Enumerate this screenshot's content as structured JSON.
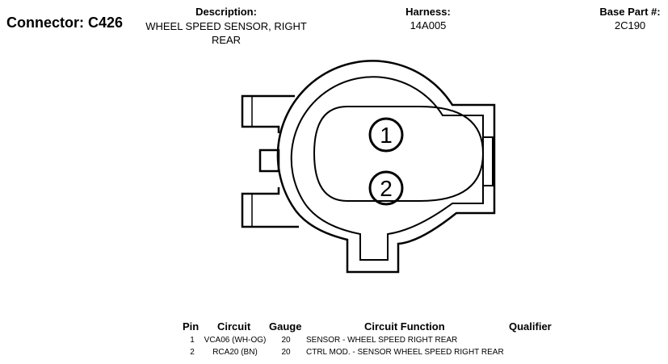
{
  "header": {
    "connector": "Connector: C426",
    "description_label": "Description:",
    "description_value": "WHEEL SPEED SENSOR, RIGHT REAR",
    "harness_label": "Harness:",
    "harness_value": "14A005",
    "base_part_label": "Base Part #:",
    "base_part_value": "2C190"
  },
  "diagram": {
    "pins": [
      "1",
      "2"
    ]
  },
  "table": {
    "columns": [
      "Pin",
      "Circuit",
      "Gauge",
      "Circuit Function",
      "Qualifier"
    ],
    "rows": [
      {
        "pin": "1",
        "circuit": "VCA06 (WH-OG)",
        "gauge": "20",
        "function": "SENSOR - WHEEL SPEED RIGHT REAR",
        "qualifier": ""
      },
      {
        "pin": "2",
        "circuit": "RCA20 (BN)",
        "gauge": "20",
        "function": "CTRL MOD. - SENSOR WHEEL SPEED RIGHT REAR",
        "qualifier": ""
      }
    ]
  }
}
